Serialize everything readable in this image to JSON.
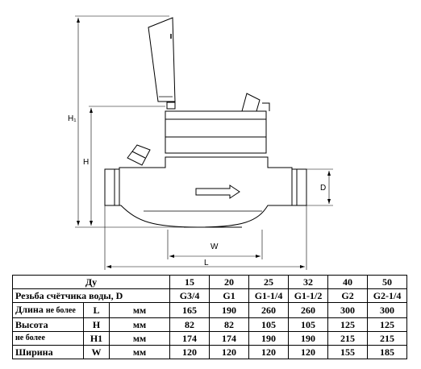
{
  "drawing": {
    "dim_labels": {
      "h_total": "H₁",
      "h": "H",
      "w": "W",
      "l": "L",
      "d": "D"
    }
  },
  "table": {
    "header": {
      "label": "Ду",
      "sizes": [
        "15",
        "20",
        "25",
        "32",
        "40",
        "50"
      ]
    },
    "thread": {
      "label": "Резьба счётчика воды, D",
      "values": [
        "G3/4",
        "G1",
        "G1-1/4",
        "G1-1/2",
        "G2",
        "G2-1/4"
      ]
    },
    "length": {
      "label": "Длина",
      "note": "не более",
      "symbol": "L",
      "unit": "мм",
      "values": [
        "165",
        "190",
        "260",
        "260",
        "300",
        "300"
      ]
    },
    "height": {
      "label": "Высота",
      "note": "не более",
      "symbol": "H",
      "unit": "мм",
      "values": [
        "82",
        "82",
        "105",
        "105",
        "125",
        "125"
      ]
    },
    "height1": {
      "symbol": "H1",
      "unit": "мм",
      "values": [
        "174",
        "174",
        "190",
        "190",
        "215",
        "215"
      ]
    },
    "width": {
      "label": "Ширина",
      "symbol": "W",
      "unit": "мм",
      "values": [
        "120",
        "120",
        "120",
        "120",
        "155",
        "185"
      ]
    }
  }
}
